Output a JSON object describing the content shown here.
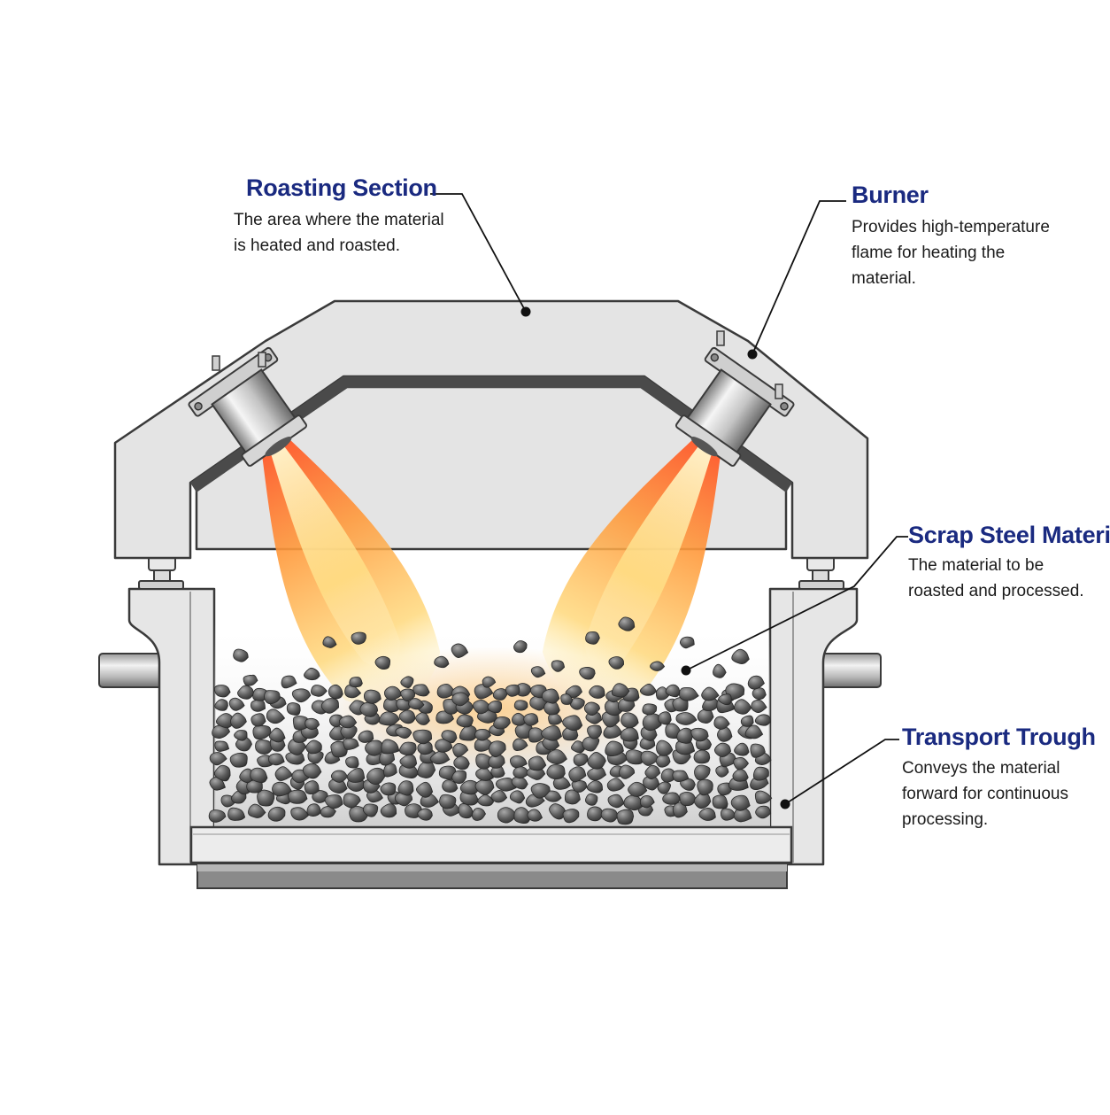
{
  "callouts": {
    "roasting_section": {
      "title": "Roasting Section",
      "lines": [
        "The area where the material",
        "is heated and roasted."
      ]
    },
    "burner": {
      "title": "Burner",
      "lines": [
        "Provides high-temperature",
        "flame for heating the",
        "material."
      ]
    },
    "scrap_steel": {
      "title": "Scrap Steel Material",
      "lines": [
        "The material to be",
        "roasted and processed."
      ]
    },
    "transport_trough": {
      "title": "Transport Trough",
      "lines": [
        "Conveys the material",
        "forward for continuous",
        "processing."
      ]
    }
  },
  "colors": {
    "title_text": "#1a2a80",
    "body_text": "#1b1b1b",
    "steel_light": "#e4e4e4",
    "steel_outline": "#3a3a3a",
    "flame_core": "#fff5b0",
    "flame_mid": "#ffb347",
    "flame_outer": "#ff6a3d",
    "rock": "#5a5a5a"
  }
}
